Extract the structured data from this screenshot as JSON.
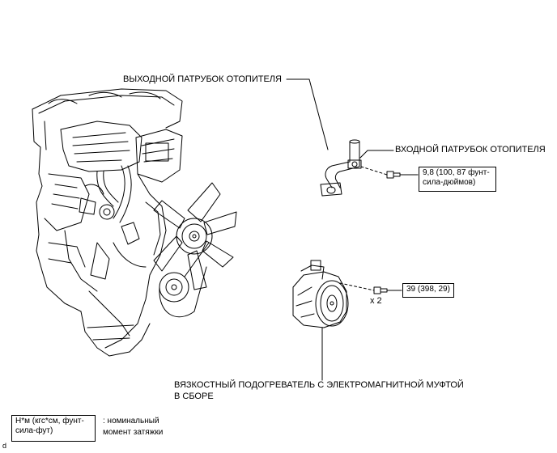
{
  "callouts": {
    "heater_outlet": "ВЫХОДНОЙ ПАТРУБОК ОТОПИТЕЛЯ",
    "heater_inlet": "ВХОДНОЙ ПАТРУБОК ОТОПИТЕЛЯ",
    "heater_assembly_line1": "ВЯЗКОСТНЫЙ ПОДОГРЕВАТЕЛЬ С ЭЛЕКТРОМАГНИТНОЙ МУФТОЙ",
    "heater_assembly_line2": "В СБОРЕ"
  },
  "torque": {
    "pipe_bolt_line1": "9,8 (100, 87 фунт-",
    "pipe_bolt_line2": "сила-дюймов)",
    "heater_bolt": "39 (398, 29)",
    "heater_bolt_qty": "x 2"
  },
  "legend": {
    "unit_line1": "Н*м (кгс*см, фунт-",
    "unit_line2": "сила-фут)",
    "desc_line1": ": номинальный",
    "desc_line2": "момент затяжки"
  },
  "corner_mark": "d",
  "icons": [
    "engine-illustration",
    "heater-pipe-icon",
    "bolt-icon",
    "viscous-heater-icon"
  ]
}
